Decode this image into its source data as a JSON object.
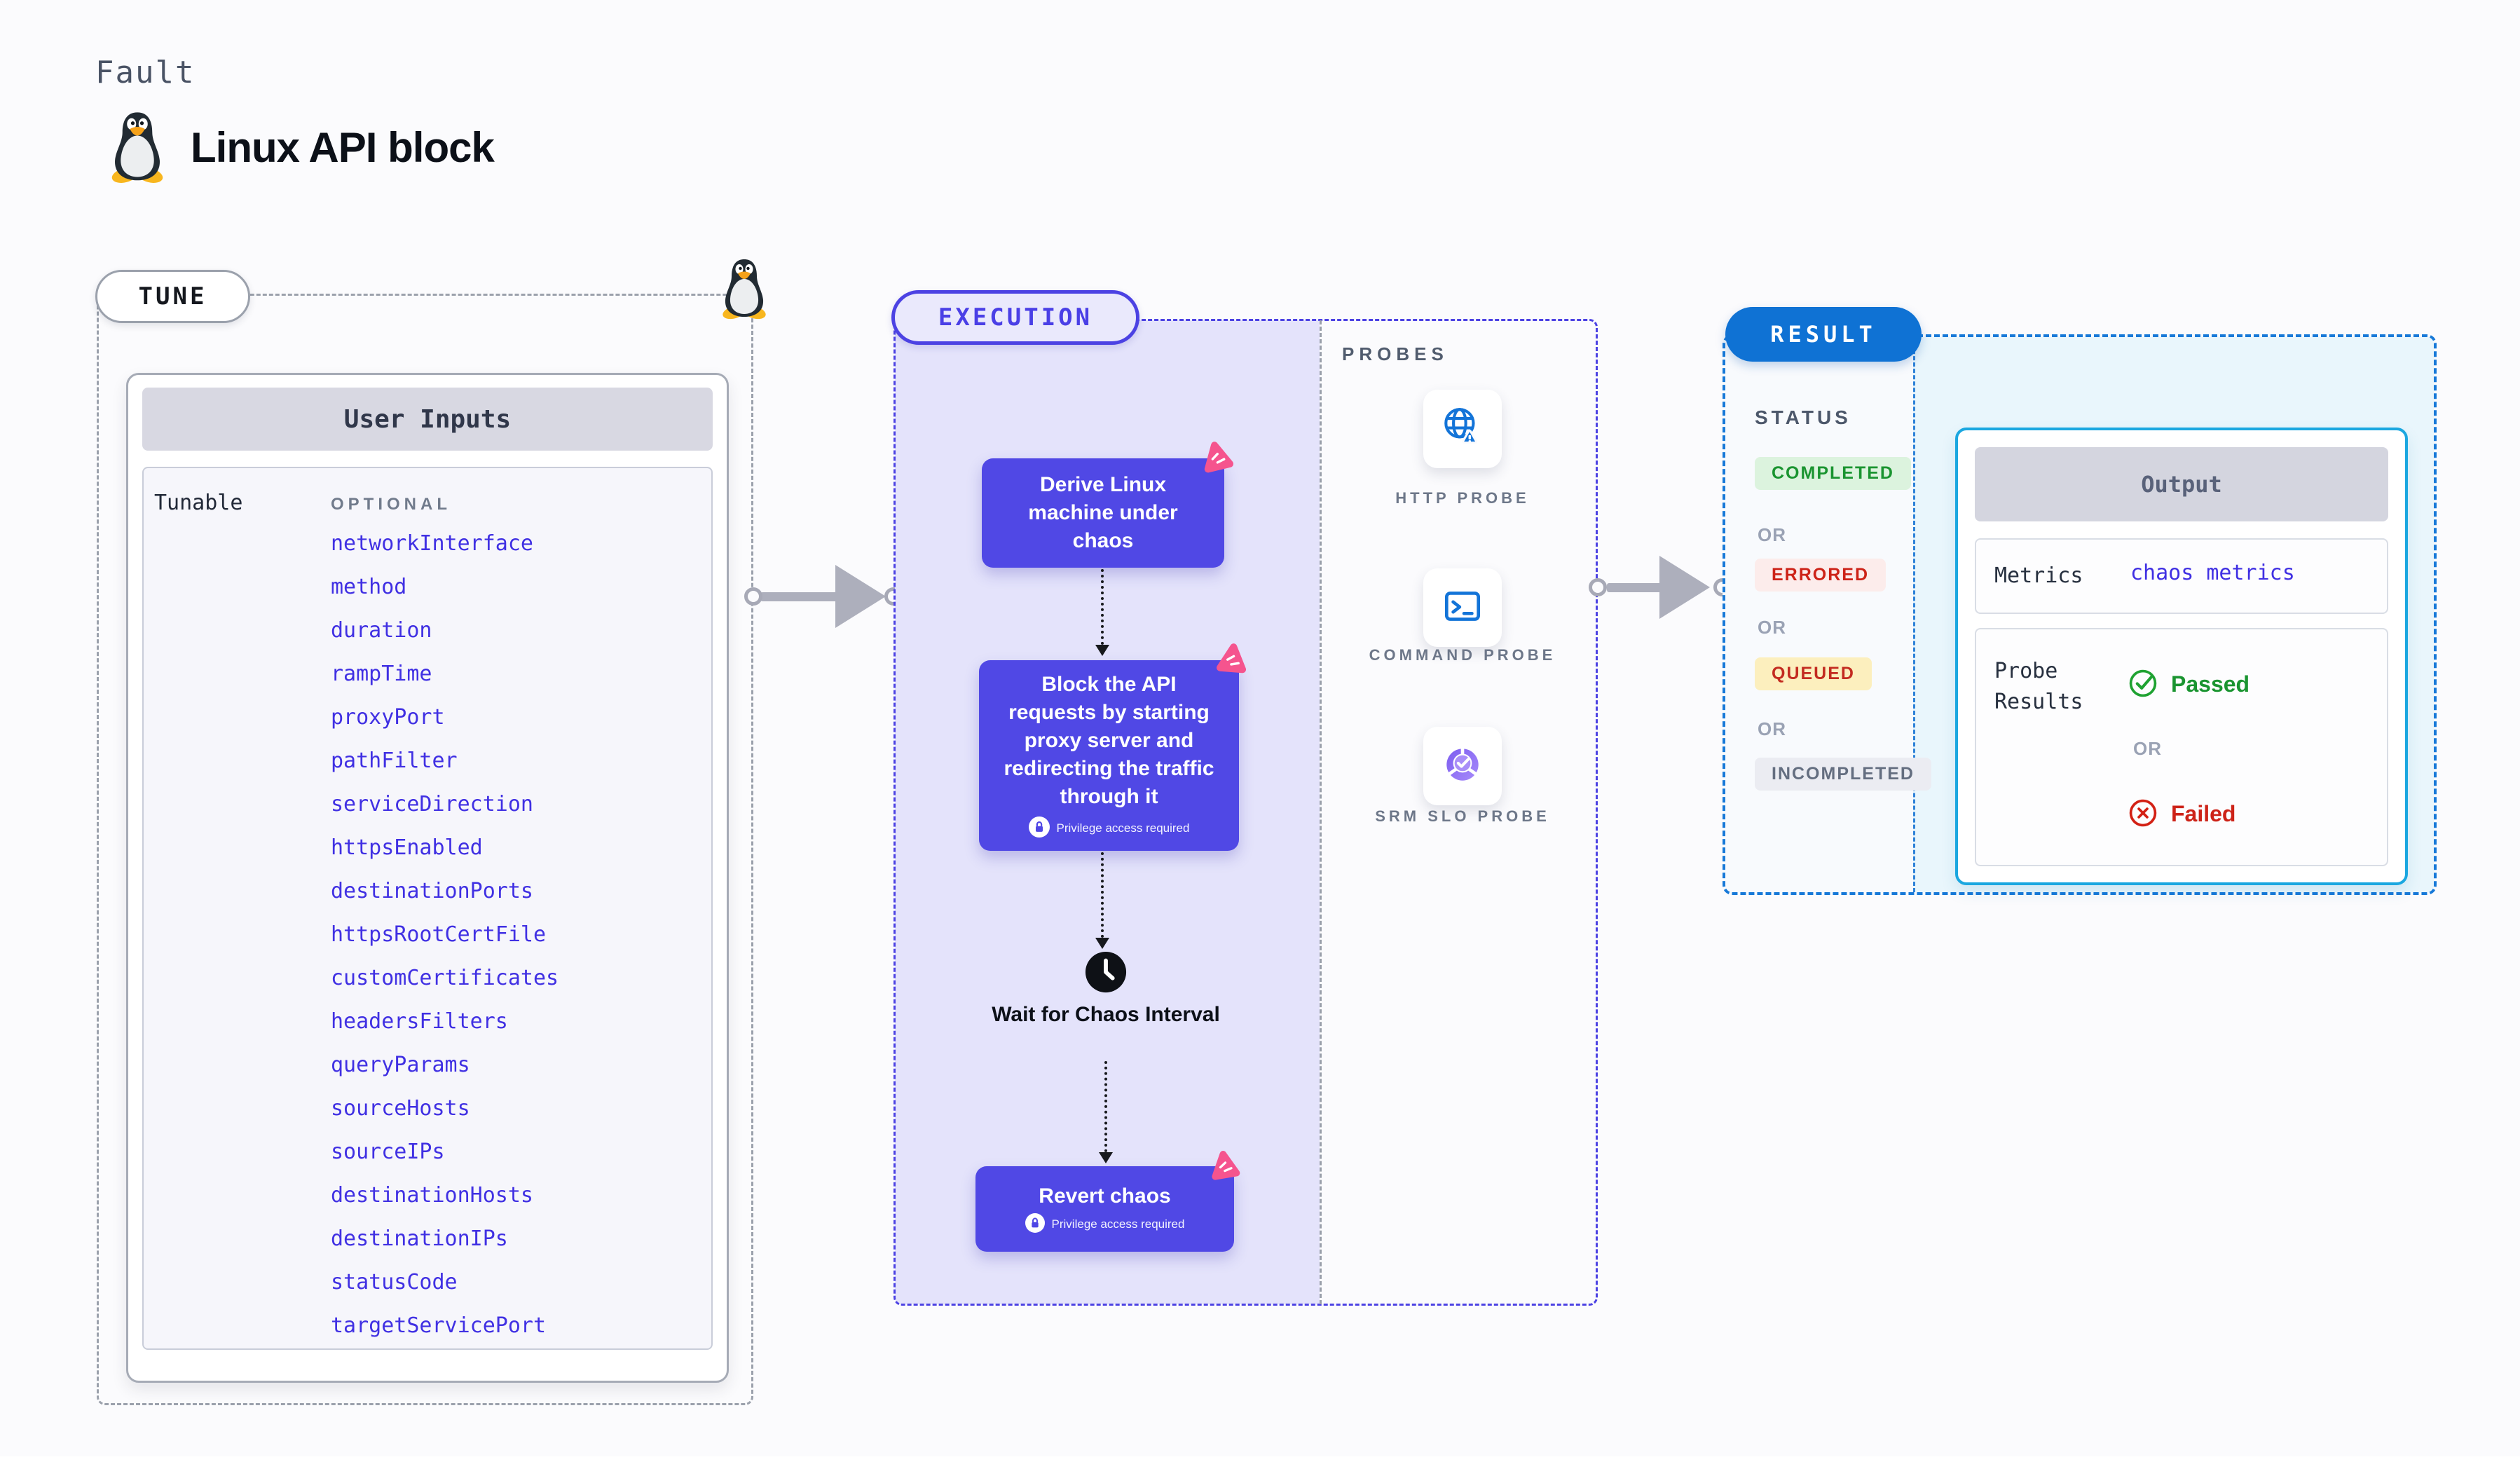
{
  "page": {
    "kicker": "Fault",
    "title": "Linux API block",
    "icon": "tux-linux-icon"
  },
  "tune": {
    "label": "TUNE",
    "card_title": "User Inputs",
    "row_label": "Tunable",
    "optional_label": "OPTIONAL",
    "params": [
      "networkInterface",
      "method",
      "duration",
      "rampTime",
      "proxyPort",
      "pathFilter",
      "serviceDirection",
      "httpsEnabled",
      "destinationPorts",
      "httpsRootCertFile",
      "customCertificates",
      "headersFilters",
      "queryParams",
      "sourceHosts",
      "sourceIPs",
      "destinationHosts",
      "destinationIPs",
      "statusCode",
      "targetServicePort"
    ]
  },
  "execution": {
    "label": "EXECUTION",
    "privilege_label": "Privilege access required",
    "wait_label": "Wait for Chaos Interval",
    "steps": [
      {
        "text": "Derive Linux machine under chaos",
        "privilege": false
      },
      {
        "text": "Block the API requests by starting proxy server and redirecting the traffic through it",
        "privilege": true
      },
      {
        "text": "Revert chaos",
        "privilege": true
      }
    ]
  },
  "probes": {
    "label": "PROBES",
    "items": [
      {
        "name": "HTTP PROBE",
        "icon": "http-probe-icon"
      },
      {
        "name": "COMMAND PROBE",
        "icon": "command-probe-icon"
      },
      {
        "name": "SRM SLO PROBE",
        "icon": "srm-slo-probe-icon"
      }
    ]
  },
  "result": {
    "label": "RESULT",
    "status_label": "STATUS",
    "or_label": "OR",
    "statuses": [
      {
        "label": "COMPLETED",
        "type": "completed"
      },
      {
        "label": "ERRORED",
        "type": "errored"
      },
      {
        "label": "QUEUED",
        "type": "queued"
      },
      {
        "label": "INCOMPLETED",
        "type": "incompleted"
      }
    ],
    "output": {
      "title": "Output",
      "metrics_label": "Metrics",
      "metrics_value": "chaos metrics",
      "probe_results_label": "Probe Results",
      "passed_label": "Passed",
      "failed_label": "Failed"
    }
  },
  "colors": {
    "indigo_border": "#4c42e3",
    "flow_box": "#5048e5",
    "execution_bg": "#e4e3fb",
    "result_blue": "#0f72d4",
    "cyan_border": "#1ba7e0",
    "cyan_bg": "#e9f6fc",
    "param_link": "#4030e3",
    "pink_chaos": "#f5548e",
    "passed_green": "#1a9430",
    "completed_bg": "#dcf3de",
    "failed_red": "#cd2318",
    "errored_bg": "#fceceb",
    "queued_bg": "#fcefbe",
    "incompleted_bg": "#ebecf2",
    "probe_icon_blue": "#1374d8",
    "srm_purple": "#8b5cf6"
  }
}
